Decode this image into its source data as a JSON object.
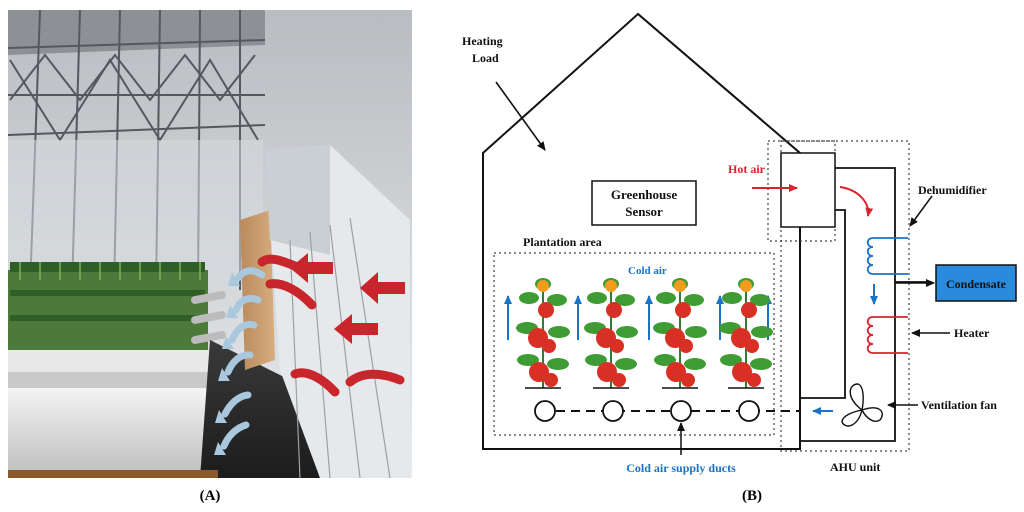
{
  "panel_a": {
    "caption": "(A)"
  },
  "panel_b": {
    "caption": "(B)",
    "labels": {
      "heating_load_1": "Heating",
      "heating_load_2": "Load",
      "greenhouse_sensor_1": "Greenhouse",
      "greenhouse_sensor_2": "Sensor",
      "plantation_area": "Plantation area",
      "cold_air": "Cold air",
      "hot_air": "Hot air",
      "dehumidifier": "Dehumidifier",
      "condensate": "Condensate",
      "heater": "Heater",
      "ventilation_fan": "Ventilation fan",
      "cold_air_supply_ducts": "Cold air supply ducts",
      "ahu_unit": "AHU unit"
    },
    "colors": {
      "hot_air": "#d9232d",
      "cold_air": "#1a73c4",
      "condensate_box": "#2a8bdc",
      "heater_coil": "#d9232d",
      "dehumidifier_coil": "#1a73c4"
    }
  }
}
